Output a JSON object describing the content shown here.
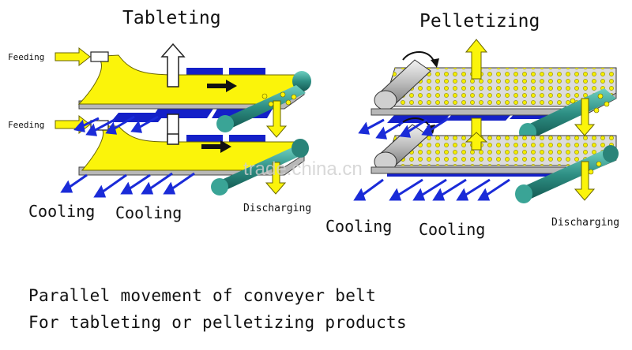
{
  "labels": {
    "tableting": "Tableting",
    "pelletizing": "Pelletizing",
    "feeding_top": "Feeding",
    "feeding_bottom": "Feeding",
    "cooling_left_1": "Cooling",
    "cooling_left_2": "Cooling",
    "cooling_right_1": "Cooling",
    "cooling_right_2": "Cooling",
    "discharging_left": "Discharging",
    "discharging_right": "Discharging",
    "watermark": "trade.china.cn"
  },
  "caption": {
    "line1": "Parallel movement of conveyer belt",
    "line2": "For tableting or pelletizing products"
  },
  "colors": {
    "product_yellow": "#fbf40a",
    "belt_blue": "#1420c8",
    "roller_teal": "#2e8f84",
    "belt_grey": "#b8b8b8",
    "arrow_blue": "#1a2bd8"
  }
}
